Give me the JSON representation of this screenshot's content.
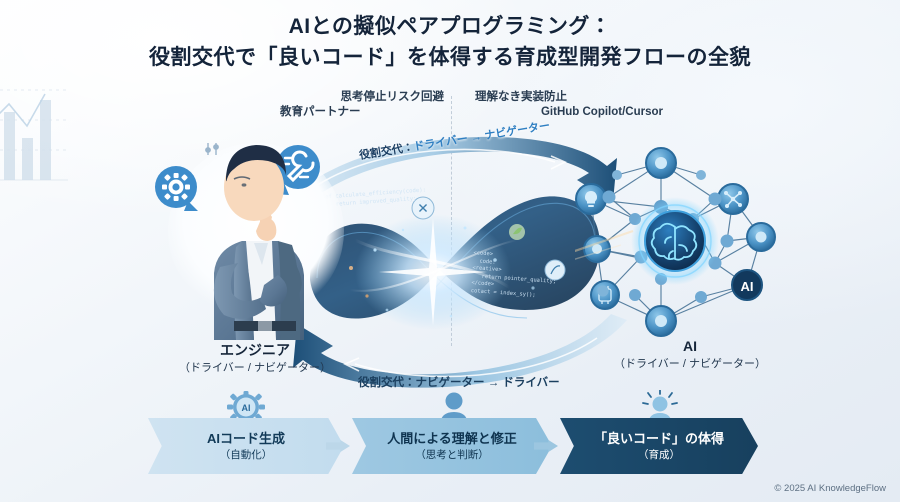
{
  "title": {
    "line1": "AIとの擬似ペアプログラミング：",
    "line2": "役割交代で「良いコード」を体得する育成型開発フローの全貌"
  },
  "annotations": {
    "left": {
      "line1": "思考停止リスク回避",
      "line2": "教育パートナー"
    },
    "right": {
      "line1": "理解なき実装防止",
      "line2": "GitHub Copilot/Cursor"
    }
  },
  "cycle": {
    "top_label_prefix": "役割交代：",
    "top_label_roles": "ドライバー → ナビゲーター",
    "bottom_label": "役割交代：ナビゲーター → ドライバー"
  },
  "actors": {
    "engineer": {
      "name": "エンジニア",
      "roles": "（ドライバー / ナビゲーター）"
    },
    "ai": {
      "name": "AI",
      "roles": "（ドライバー / ナビゲーター）"
    }
  },
  "code_snippets": {
    "panel_a": "def calculate_efficiency(code):\n    return improved_quality;",
    "panel_b": "<code>\n  code:\n<reative>\n   return pointer_quality;\n</code>\ncotact = index_sy();"
  },
  "flow_steps": [
    {
      "label": "AIコード生成",
      "sub": "（自動化）",
      "icon": "ai-gear-icon"
    },
    {
      "label": "人間による理解と修正",
      "sub": "（思考と判断）",
      "icon": "person-icon"
    },
    {
      "label": "「良いコード」の体得",
      "sub": "（育成）",
      "icon": "insight-person-icon"
    }
  ],
  "ai_node_label": "AI",
  "footer": "© 2025 AI KnowledgeFlow",
  "colors": {
    "navy": "#17405e",
    "mid_blue": "#8cbedc",
    "light_blue": "#c2dcee",
    "accent": "#2f7fc2",
    "text_dark": "#14243a"
  }
}
